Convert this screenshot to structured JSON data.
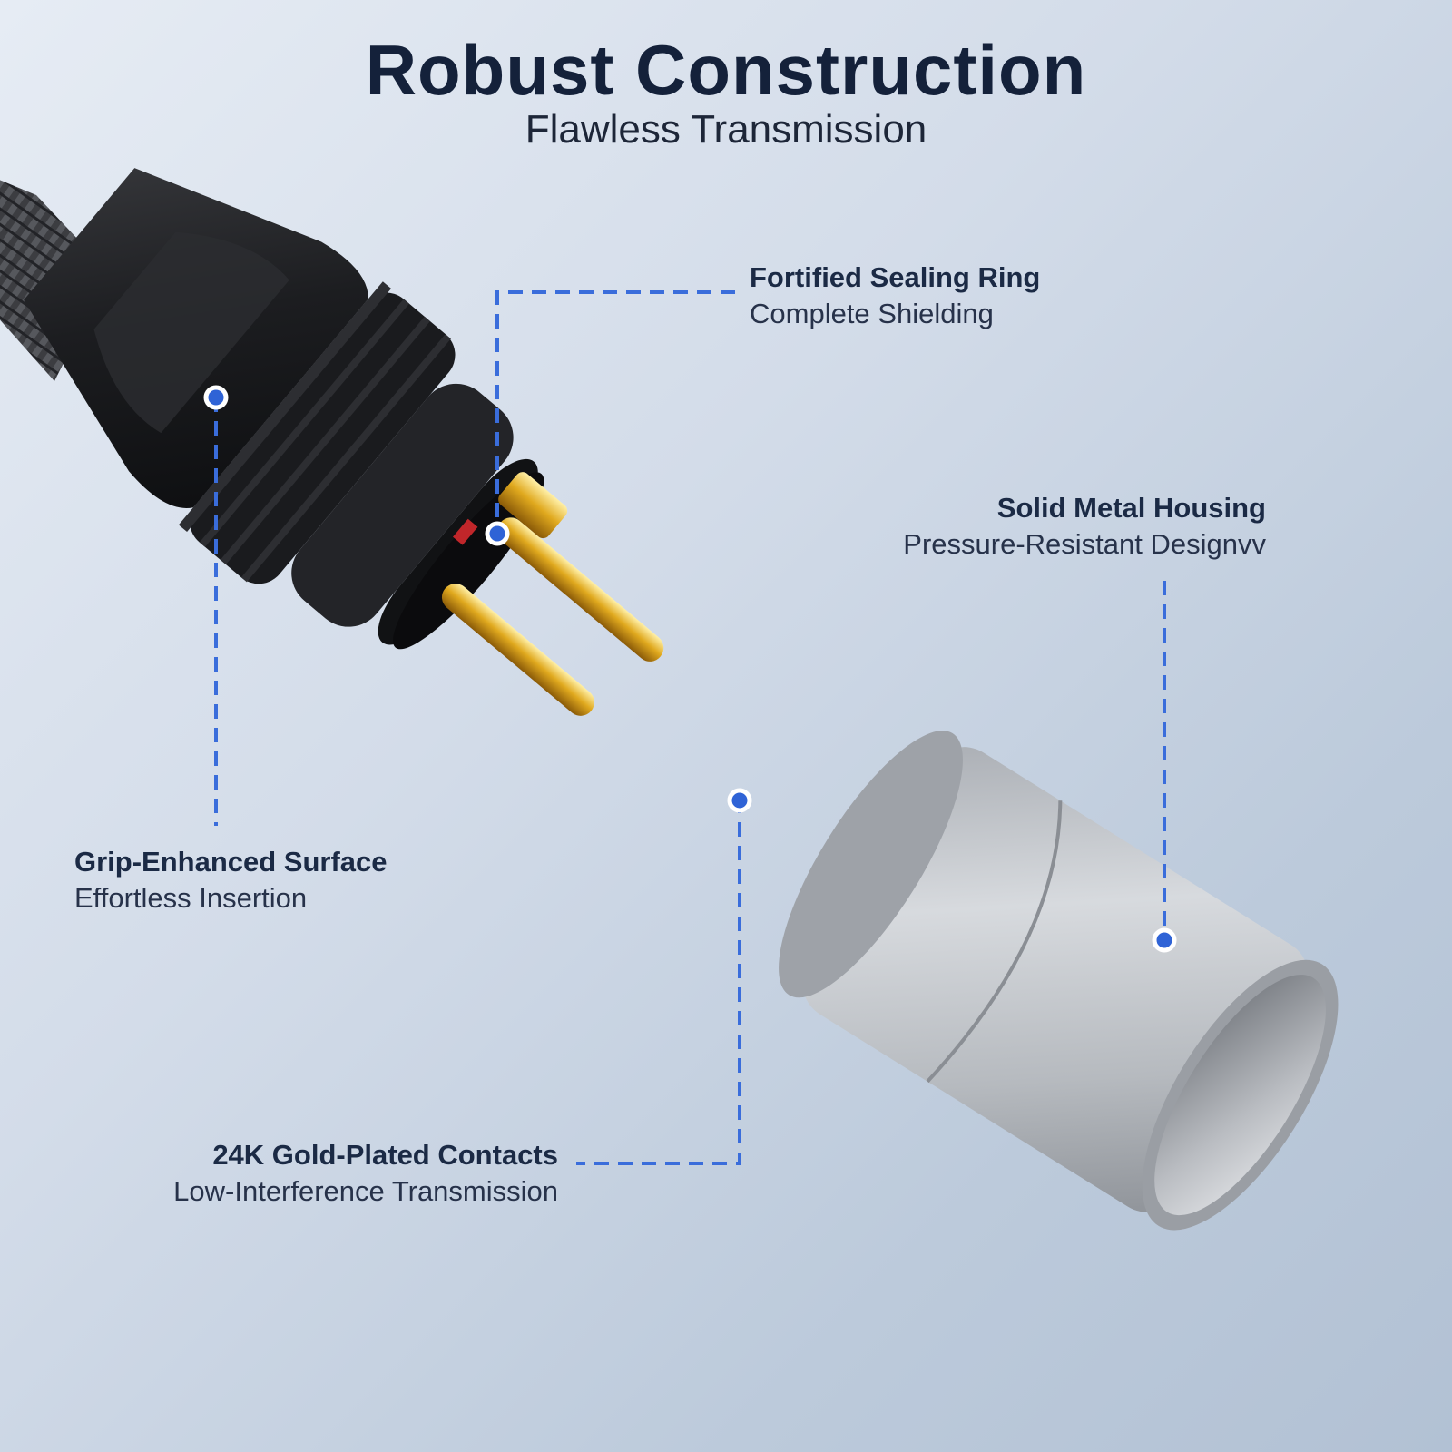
{
  "header": {
    "title": "Robust Construction",
    "subtitle": "Flawless Transmission"
  },
  "callouts": {
    "sealing": {
      "heading": "Fortified Sealing Ring",
      "sub": "Complete Shielding"
    },
    "housing": {
      "heading": "Solid Metal Housing",
      "sub": "Pressure-Resistant Designvv"
    },
    "grip": {
      "heading": "Grip-Enhanced Surface",
      "sub": "Effortless Insertion"
    },
    "contacts": {
      "heading": "24K Gold-Plated Contacts",
      "sub": "Low-Interference Transmission"
    }
  },
  "colors": {
    "accent": "#3a6ddb",
    "title": "#14213a",
    "connector_black": "#1e1f22",
    "gold": "#d9a520",
    "silver": "#b8bcc2"
  },
  "icons": [
    "callout-dot-icon",
    "dashed-leader-line"
  ]
}
